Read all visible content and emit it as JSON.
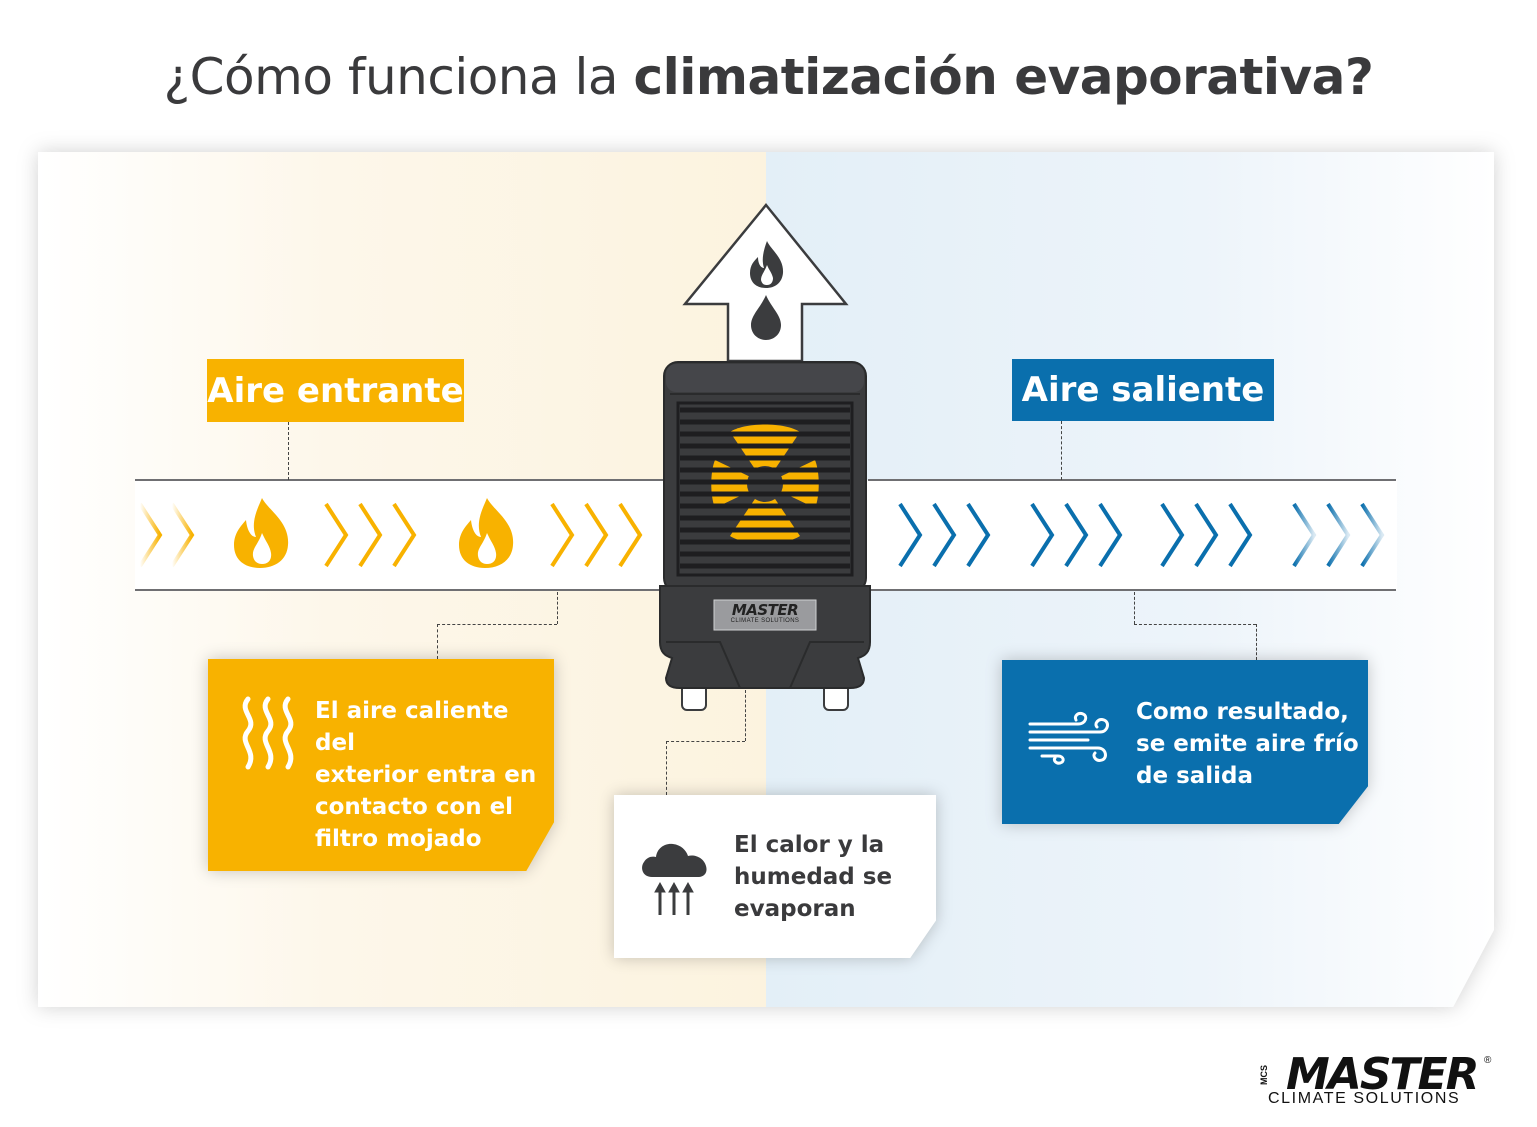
{
  "title": {
    "part1": "¿Cómo funciona la ",
    "part2": "climatización evaporativa?"
  },
  "labels": {
    "incoming": "Aire entrante",
    "outgoing": "Aire saliente"
  },
  "callouts": {
    "hot_air": [
      "El aire caliente del",
      "exterior entra en",
      "contacto con el",
      "filtro mojado"
    ],
    "evaporate": [
      "El calor y la",
      "humedad se",
      "evaporan"
    ],
    "result": [
      "Como resultado,",
      "se emite aire frío",
      "de salida"
    ]
  },
  "device": {
    "brand": "MASTER",
    "sub": "CLIMATE SOLUTIONS"
  },
  "logo": {
    "brand": "MASTER",
    "sub": "CLIMATE SOLUTIONS",
    "prefix": "MCS",
    "reg": "®"
  },
  "colors": {
    "yellow": "#f8b200",
    "blue": "#0a6fad",
    "device": "#3b3c3e",
    "text_dark": "#3a3a3c"
  },
  "icons": [
    "flame-icon",
    "water-drop-icon",
    "heat-waves-icon",
    "cloud-icon",
    "up-arrows-icon",
    "wind-icon",
    "chevron-icon"
  ]
}
